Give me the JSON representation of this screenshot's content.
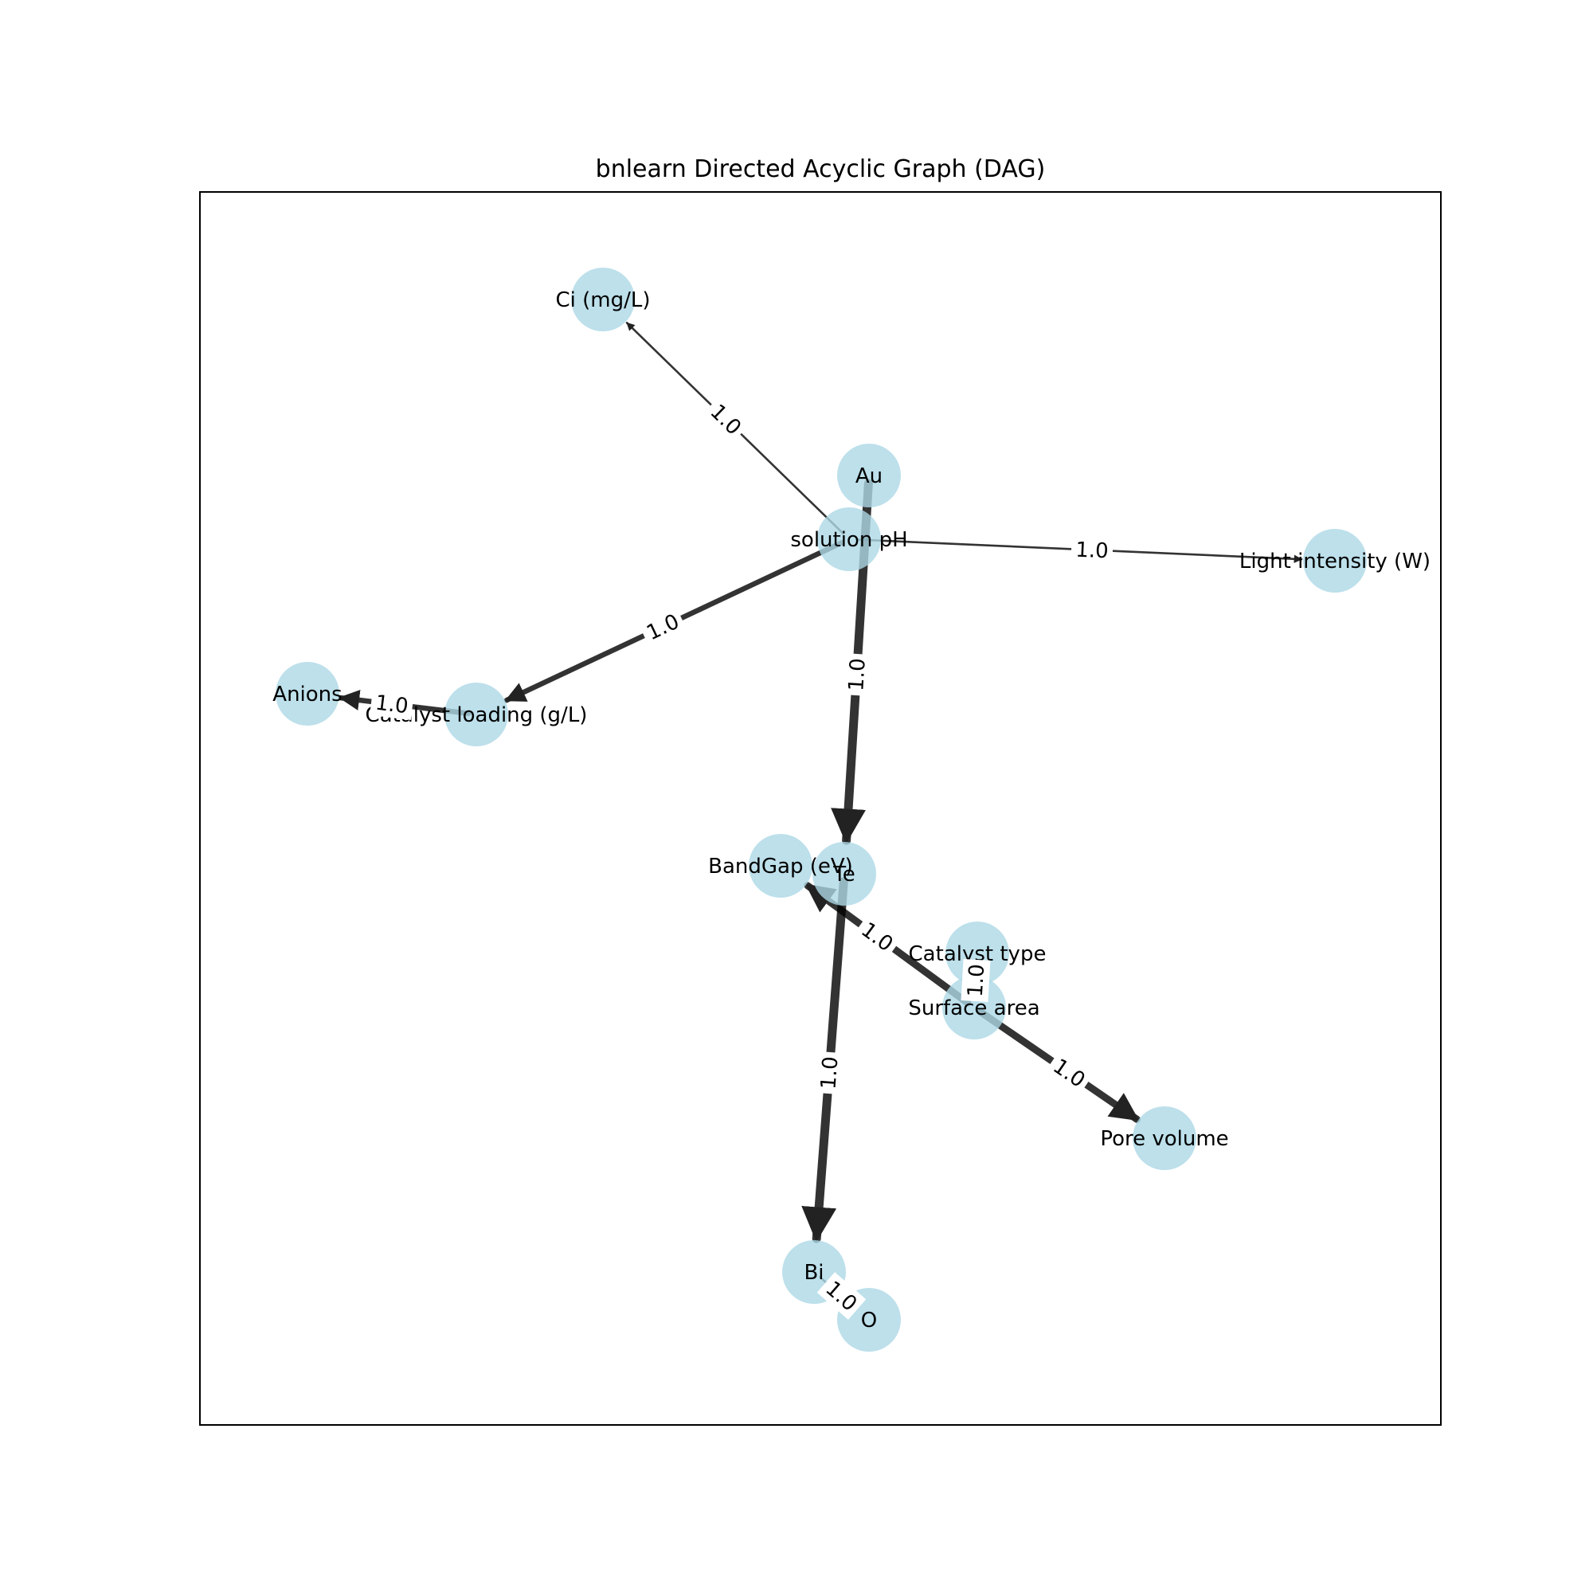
{
  "title": "bnlearn Directed Acyclic Graph (DAG)",
  "colors": {
    "node_fill": "#add8e6",
    "edge": "#000000",
    "label_bg": "#ffffff",
    "text": "#000000"
  },
  "nodes": [
    {
      "id": "ci",
      "label": "Ci (mg/L)"
    },
    {
      "id": "au",
      "label": "Au"
    },
    {
      "id": "ph",
      "label": "solution pH"
    },
    {
      "id": "light",
      "label": "Light intensity (W)"
    },
    {
      "id": "anions",
      "label": "Anions"
    },
    {
      "id": "catload",
      "label": "Catalyst loading (g/L)"
    },
    {
      "id": "bandgap",
      "label": "BandGap (eV)"
    },
    {
      "id": "te",
      "label": "Te"
    },
    {
      "id": "cattype",
      "label": "Catalyst type"
    },
    {
      "id": "surface",
      "label": "Surface area"
    },
    {
      "id": "pore",
      "label": "Pore volume"
    },
    {
      "id": "bi",
      "label": "Bi"
    },
    {
      "id": "o",
      "label": "O"
    }
  ],
  "edges": [
    {
      "id": "ph-ci",
      "from": "ph",
      "to": "ci",
      "label": "1.0",
      "weight": 1
    },
    {
      "id": "ph-light",
      "from": "ph",
      "to": "light",
      "label": "1.0",
      "weight": 1
    },
    {
      "id": "ph-catload",
      "from": "ph",
      "to": "catload",
      "label": "1.0",
      "weight": 3
    },
    {
      "id": "au-te",
      "from": "au",
      "to": "te",
      "label": "1.0",
      "weight": 5
    },
    {
      "id": "catload-anions",
      "from": "catload",
      "to": "anions",
      "label": "1.0",
      "weight": 3
    },
    {
      "id": "te-bi",
      "from": "te",
      "to": "bi",
      "label": "1.0",
      "weight": 5
    },
    {
      "id": "surface-bandgap",
      "from": "surface",
      "to": "bandgap",
      "label": "1.0",
      "weight": 4
    },
    {
      "id": "surface-pore",
      "from": "surface",
      "to": "pore",
      "label": "1.0",
      "weight": 4
    },
    {
      "id": "cattype-surface",
      "from": "cattype",
      "to": "surface",
      "label": "1.0",
      "weight": 1
    },
    {
      "id": "bi-o",
      "from": "bi",
      "to": "o",
      "label": "1.0",
      "weight": 1
    }
  ]
}
